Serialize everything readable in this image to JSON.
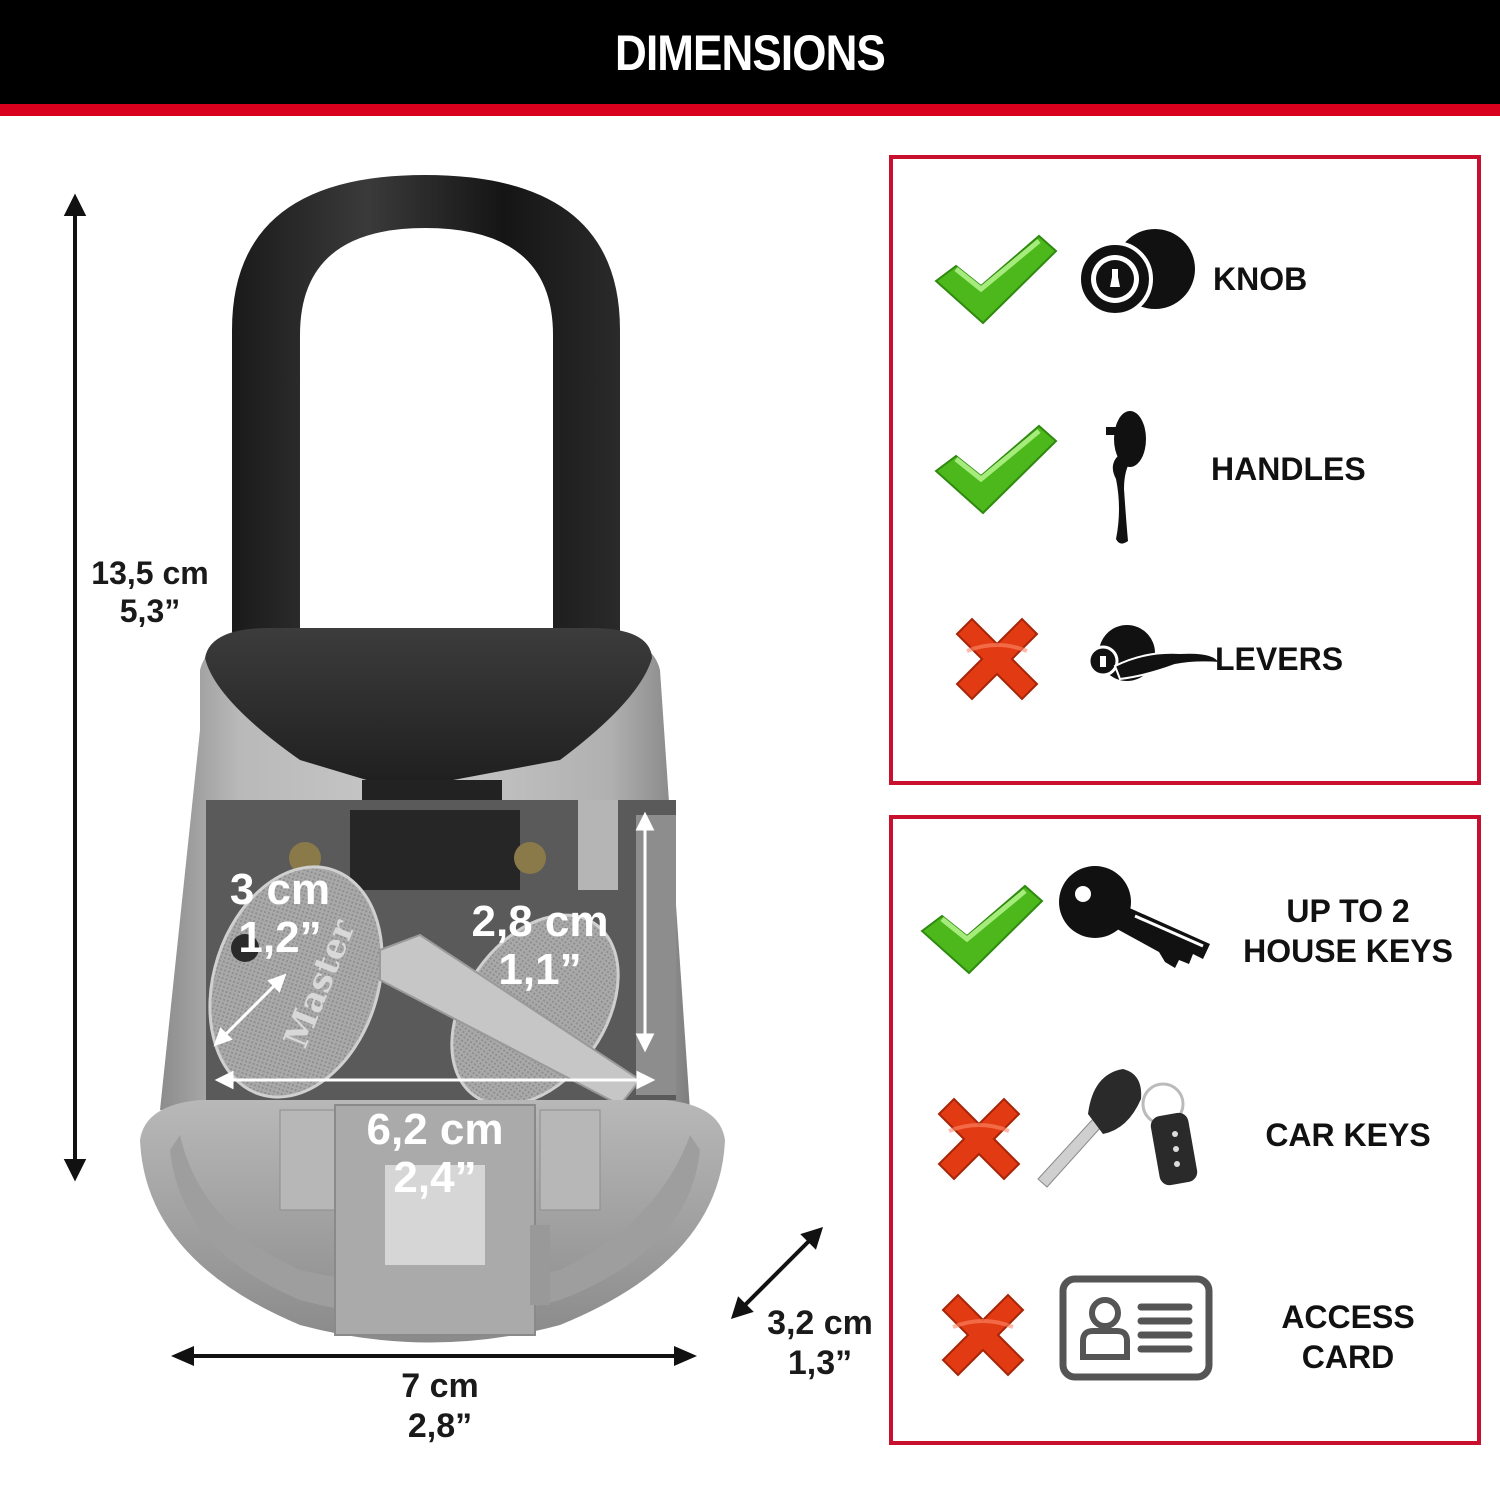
{
  "header": {
    "title": "DIMENSIONS",
    "background": "#000000",
    "stripe_color": "#d8001c"
  },
  "product": {
    "name": "portable key lock box with shackle",
    "dimensions": {
      "height": {
        "metric": "13,5 cm",
        "imperial": "5,3”"
      },
      "width": {
        "metric": "7 cm",
        "imperial": "2,8”"
      },
      "depth": {
        "metric": "3,2 cm",
        "imperial": "1,3”"
      },
      "key_head": {
        "metric": "3 cm",
        "imperial": "1,2”"
      },
      "interior_height": {
        "metric": "2,8 cm",
        "imperial": "1,1”"
      },
      "interior_width": {
        "metric": "6,2 cm",
        "imperial": "2,4”"
      }
    },
    "key_engraving": "Master"
  },
  "compatibility_panel": {
    "border_color": "#c8102e",
    "items": [
      {
        "status": "yes",
        "status_icon": "green-check-icon",
        "icon": "door-knob-icon",
        "label": "KNOB"
      },
      {
        "status": "yes",
        "status_icon": "green-check-icon",
        "icon": "door-handle-icon",
        "label": "HANDLES"
      },
      {
        "status": "no",
        "status_icon": "red-x-icon",
        "icon": "door-lever-icon",
        "label": "LEVERS"
      }
    ]
  },
  "capacity_panel": {
    "border_color": "#c8102e",
    "items": [
      {
        "status": "yes",
        "status_icon": "green-check-icon",
        "icon": "house-key-icon",
        "label_line1": "UP TO 2",
        "label_line2": "HOUSE KEYS"
      },
      {
        "status": "no",
        "status_icon": "red-x-icon",
        "icon": "car-key-fob-icon",
        "label_line1": "CAR KEYS",
        "label_line2": ""
      },
      {
        "status": "no",
        "status_icon": "red-x-icon",
        "icon": "access-card-icon",
        "label_line1": "ACCESS",
        "label_line2": "CARD"
      }
    ]
  },
  "colors": {
    "check_green": "#4cb81c",
    "cross_red": "#e23a12",
    "icon_dark": "#111111",
    "card_gray": "#555555"
  }
}
